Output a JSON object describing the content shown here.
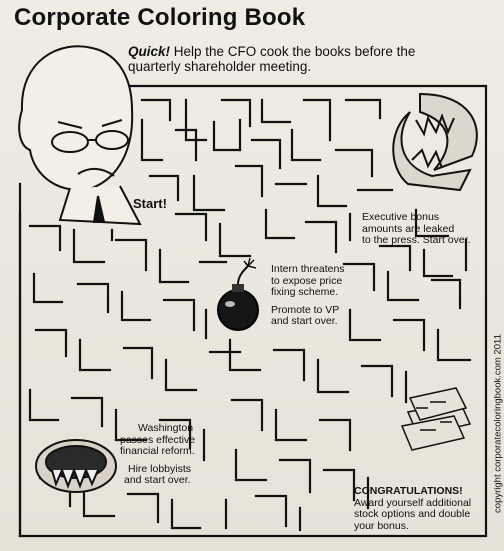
{
  "title": "Corporate Coloring Book",
  "intro": {
    "emphasis": "Quick!",
    "text": " Help the CFO cook the books before the quarterly shareholder meeting."
  },
  "start_label": "Start!",
  "captions": {
    "trap_line1": "Executive bonus",
    "trap_line2": "amounts are leaked",
    "trap_line3": "to the press. Start over.",
    "bomb_line1": "Intern threatens",
    "bomb_line2": "to expose price",
    "bomb_line3": "fixing scheme.",
    "bomb_line4": "Promote to VP",
    "bomb_line5": "and start over.",
    "pit_line1": "Washington",
    "pit_line2": "passes effective",
    "pit_line3": "financial reform.",
    "pit_line4": "Hire lobbyists",
    "pit_line5": "and start over.",
    "win_title": "CONGRATULATIONS!",
    "win_line1": "Award yourself additional",
    "win_line2": "stock options and double",
    "win_line3": "your bonus."
  },
  "copyright": "copyright corporatecoloringbook.com 2011"
}
